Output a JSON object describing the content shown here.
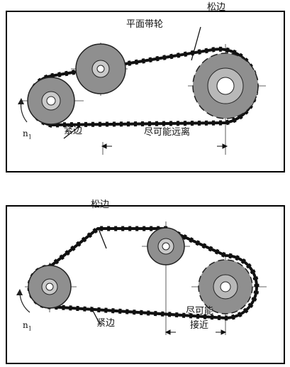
{
  "top_panel": {
    "label_loose_side": "松边",
    "label_flat_pulley": "平面带轮",
    "label_tight_side": "紧边",
    "label_distance": "尽可能远离",
    "label_speed": "n",
    "label_speed_sub": "1"
  },
  "bottom_panel": {
    "label_loose_side": "松边",
    "label_tight_side": "紧边",
    "label_distance_line1": "尽可能",
    "label_distance_line2": "接近",
    "label_speed": "n",
    "label_speed_sub": "1"
  },
  "colors": {
    "pulley_fill": "#8f8f8f",
    "pulley_ring": "#b8b8b8",
    "belt": "#111111",
    "frame": "#000000"
  },
  "icons": [
    "rotation-arrow-icon",
    "sprocket-icon",
    "pulley-icon"
  ]
}
